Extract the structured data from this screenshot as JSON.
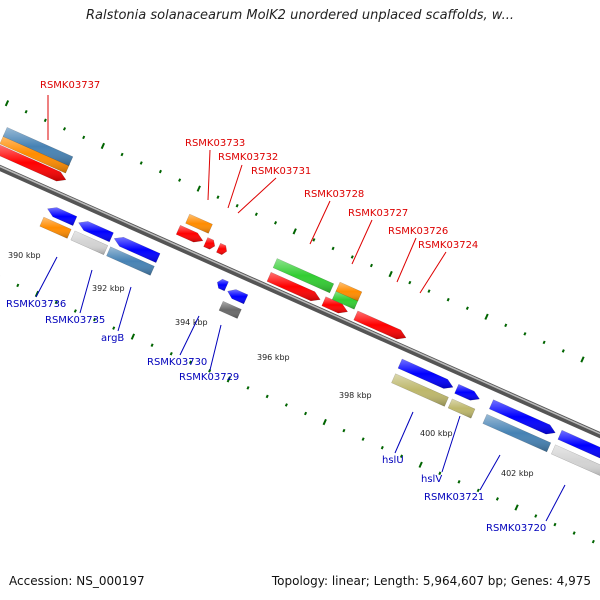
{
  "title": "Ralstonia solanacearum MolK2 unordered unplaced scaffolds, w...",
  "footer": {
    "accession": "Accession: NS_000197",
    "topology": "Topology: linear; Length: 5,964,607 bp; Genes: 4,975"
  },
  "colors": {
    "red": "#ff0000",
    "orange": "#ff8c00",
    "blue": "#0000ff",
    "steel": "#4682b4",
    "lightgray": "#d3d3d3",
    "green": "#32cd32",
    "khaki": "#bdb76b",
    "darkgray": "#696969",
    "label_top": "#dd0000",
    "label_bottom": "#0000bb",
    "tick": "#006400"
  },
  "scale_labels": [
    "390 kbp",
    "392 kbp",
    "394 kbp",
    "396 kbp",
    "398 kbp",
    "400 kbp",
    "402 kbp"
  ],
  "top_labels": [
    "RSMK03737",
    "RSMK03733",
    "RSMK03732",
    "RSMK03731",
    "RSMK03728",
    "RSMK03727",
    "RSMK03726",
    "RSMK03724"
  ],
  "bottom_labels": [
    "RSMK03736",
    "RSMK03735",
    "argB",
    "RSMK03730",
    "RSMK03729",
    "hslU",
    "hslV",
    "RSMK03721",
    "RSMK03720"
  ]
}
